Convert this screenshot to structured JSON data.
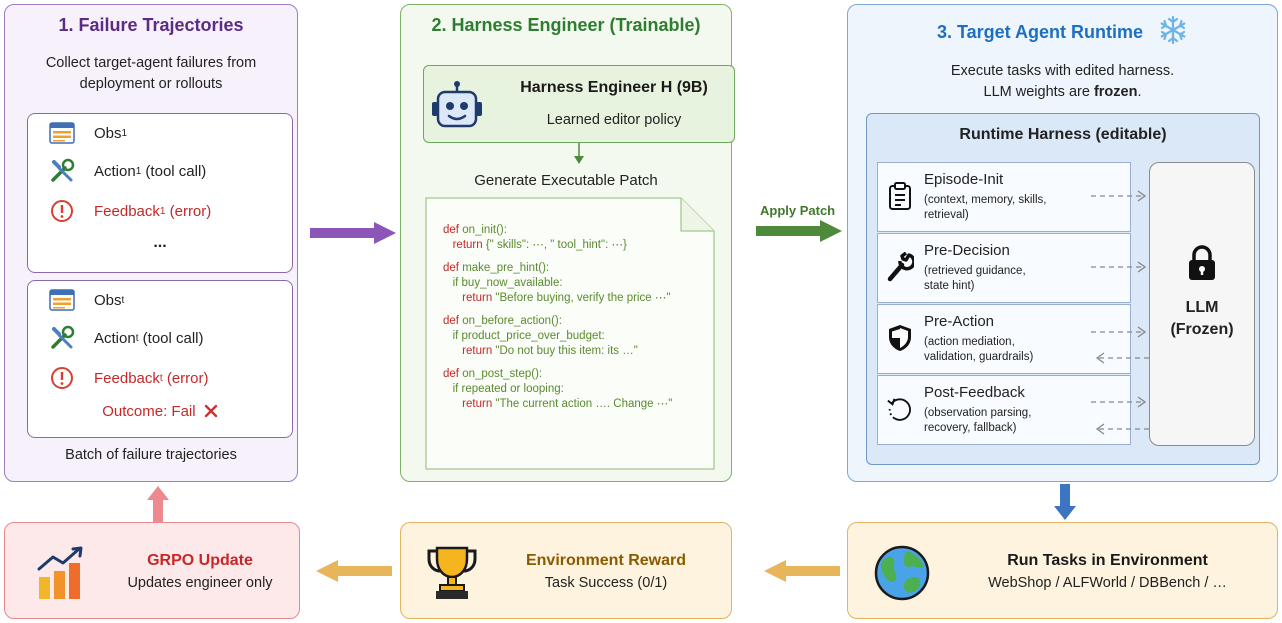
{
  "failure": {
    "title": "1. Failure Trajectories",
    "desc_line1": "Collect target-agent failures from",
    "desc_line2": "deployment or rollouts",
    "traj1": {
      "obs": "Obs",
      "obs_sub": "1",
      "action": "Action",
      "action_sub": "1",
      "action_suffix": " (tool call)",
      "feedback": "Feedback",
      "feedback_sub": "1",
      "feedback_suffix": " (error)",
      "ellipsis": "..."
    },
    "traj2": {
      "obs": "Obs",
      "obs_sub": "t",
      "action": "Action",
      "action_sub": "t",
      "action_suffix": " (tool call)",
      "feedback": "Feedback",
      "feedback_sub": "t",
      "feedback_suffix": " (error)",
      "outcome": "Outcome: Fail"
    },
    "footer": "Batch of failure trajectories"
  },
  "engineer": {
    "title": "2. Harness Engineer (Trainable)",
    "box_title": "Harness Engineer H (9B)",
    "box_sub": "Learned editor policy",
    "patch_label": "Generate Executable Patch",
    "code": [
      {
        "kw": "def",
        "text": " on_init():"
      },
      {
        "indent": "   ",
        "kw": "return",
        "text": " {\" skills\": ⋯, \" tool_hint\": ⋯}"
      },
      {
        "blank": true
      },
      {
        "kw": "def",
        "text": " make_pre_hint():"
      },
      {
        "indent": "   ",
        "kw": "",
        "text": "if buy_now_available:"
      },
      {
        "indent": "      ",
        "kw": "return",
        "text": " \"Before buying, verify the price ⋯\""
      },
      {
        "blank": true
      },
      {
        "kw": "def",
        "text": " on_before_action():"
      },
      {
        "indent": "   ",
        "kw": "",
        "text": "if product_price_over_budget:"
      },
      {
        "indent": "      ",
        "kw": "return",
        "text": " \"Do not buy this item: its …\""
      },
      {
        "blank": true
      },
      {
        "kw": "def",
        "text": " on_post_step():"
      },
      {
        "indent": "   ",
        "kw": "",
        "text": "if repeated or looping:"
      },
      {
        "indent": "      ",
        "kw": "return",
        "text": " \"The current action …. Change ⋯\""
      }
    ]
  },
  "apply_patch": "Apply Patch",
  "runtime": {
    "title": "3. Target Agent Runtime",
    "desc_line1": "Execute tasks with edited harness.",
    "desc_line2_pre": "LLM weights are ",
    "desc_line2_bold": "frozen",
    "desc_line2_post": ".",
    "harness_title": "Runtime Harness (editable)",
    "stages": [
      {
        "name": "Episode-Init",
        "desc1": "(context, memory, skills,",
        "desc2": "retrieval)"
      },
      {
        "name": "Pre-Decision",
        "desc1": "(retrieved guidance,",
        "desc2": "state hint)"
      },
      {
        "name": "Pre-Action",
        "desc1": "(action mediation,",
        "desc2": "validation, guardrails)"
      },
      {
        "name": "Post-Feedback",
        "desc1": "(observation parsing,",
        "desc2": "recovery, fallback)"
      }
    ],
    "llm_line1": "LLM",
    "llm_line2": "(Frozen)"
  },
  "grpo": {
    "title": "GRPO Update",
    "sub": "Updates engineer only"
  },
  "reward": {
    "title": "Environment Reward",
    "sub": "Task Success (0/1)"
  },
  "tasks": {
    "title": "Run Tasks in Environment",
    "sub": "WebShop / ALFWorld / DBBench / …"
  },
  "colors": {
    "purple": "#5b2c83",
    "green": "#2e7d32",
    "blue": "#1e6fc2",
    "red": "#c62828",
    "orange": "#8a5a00"
  }
}
